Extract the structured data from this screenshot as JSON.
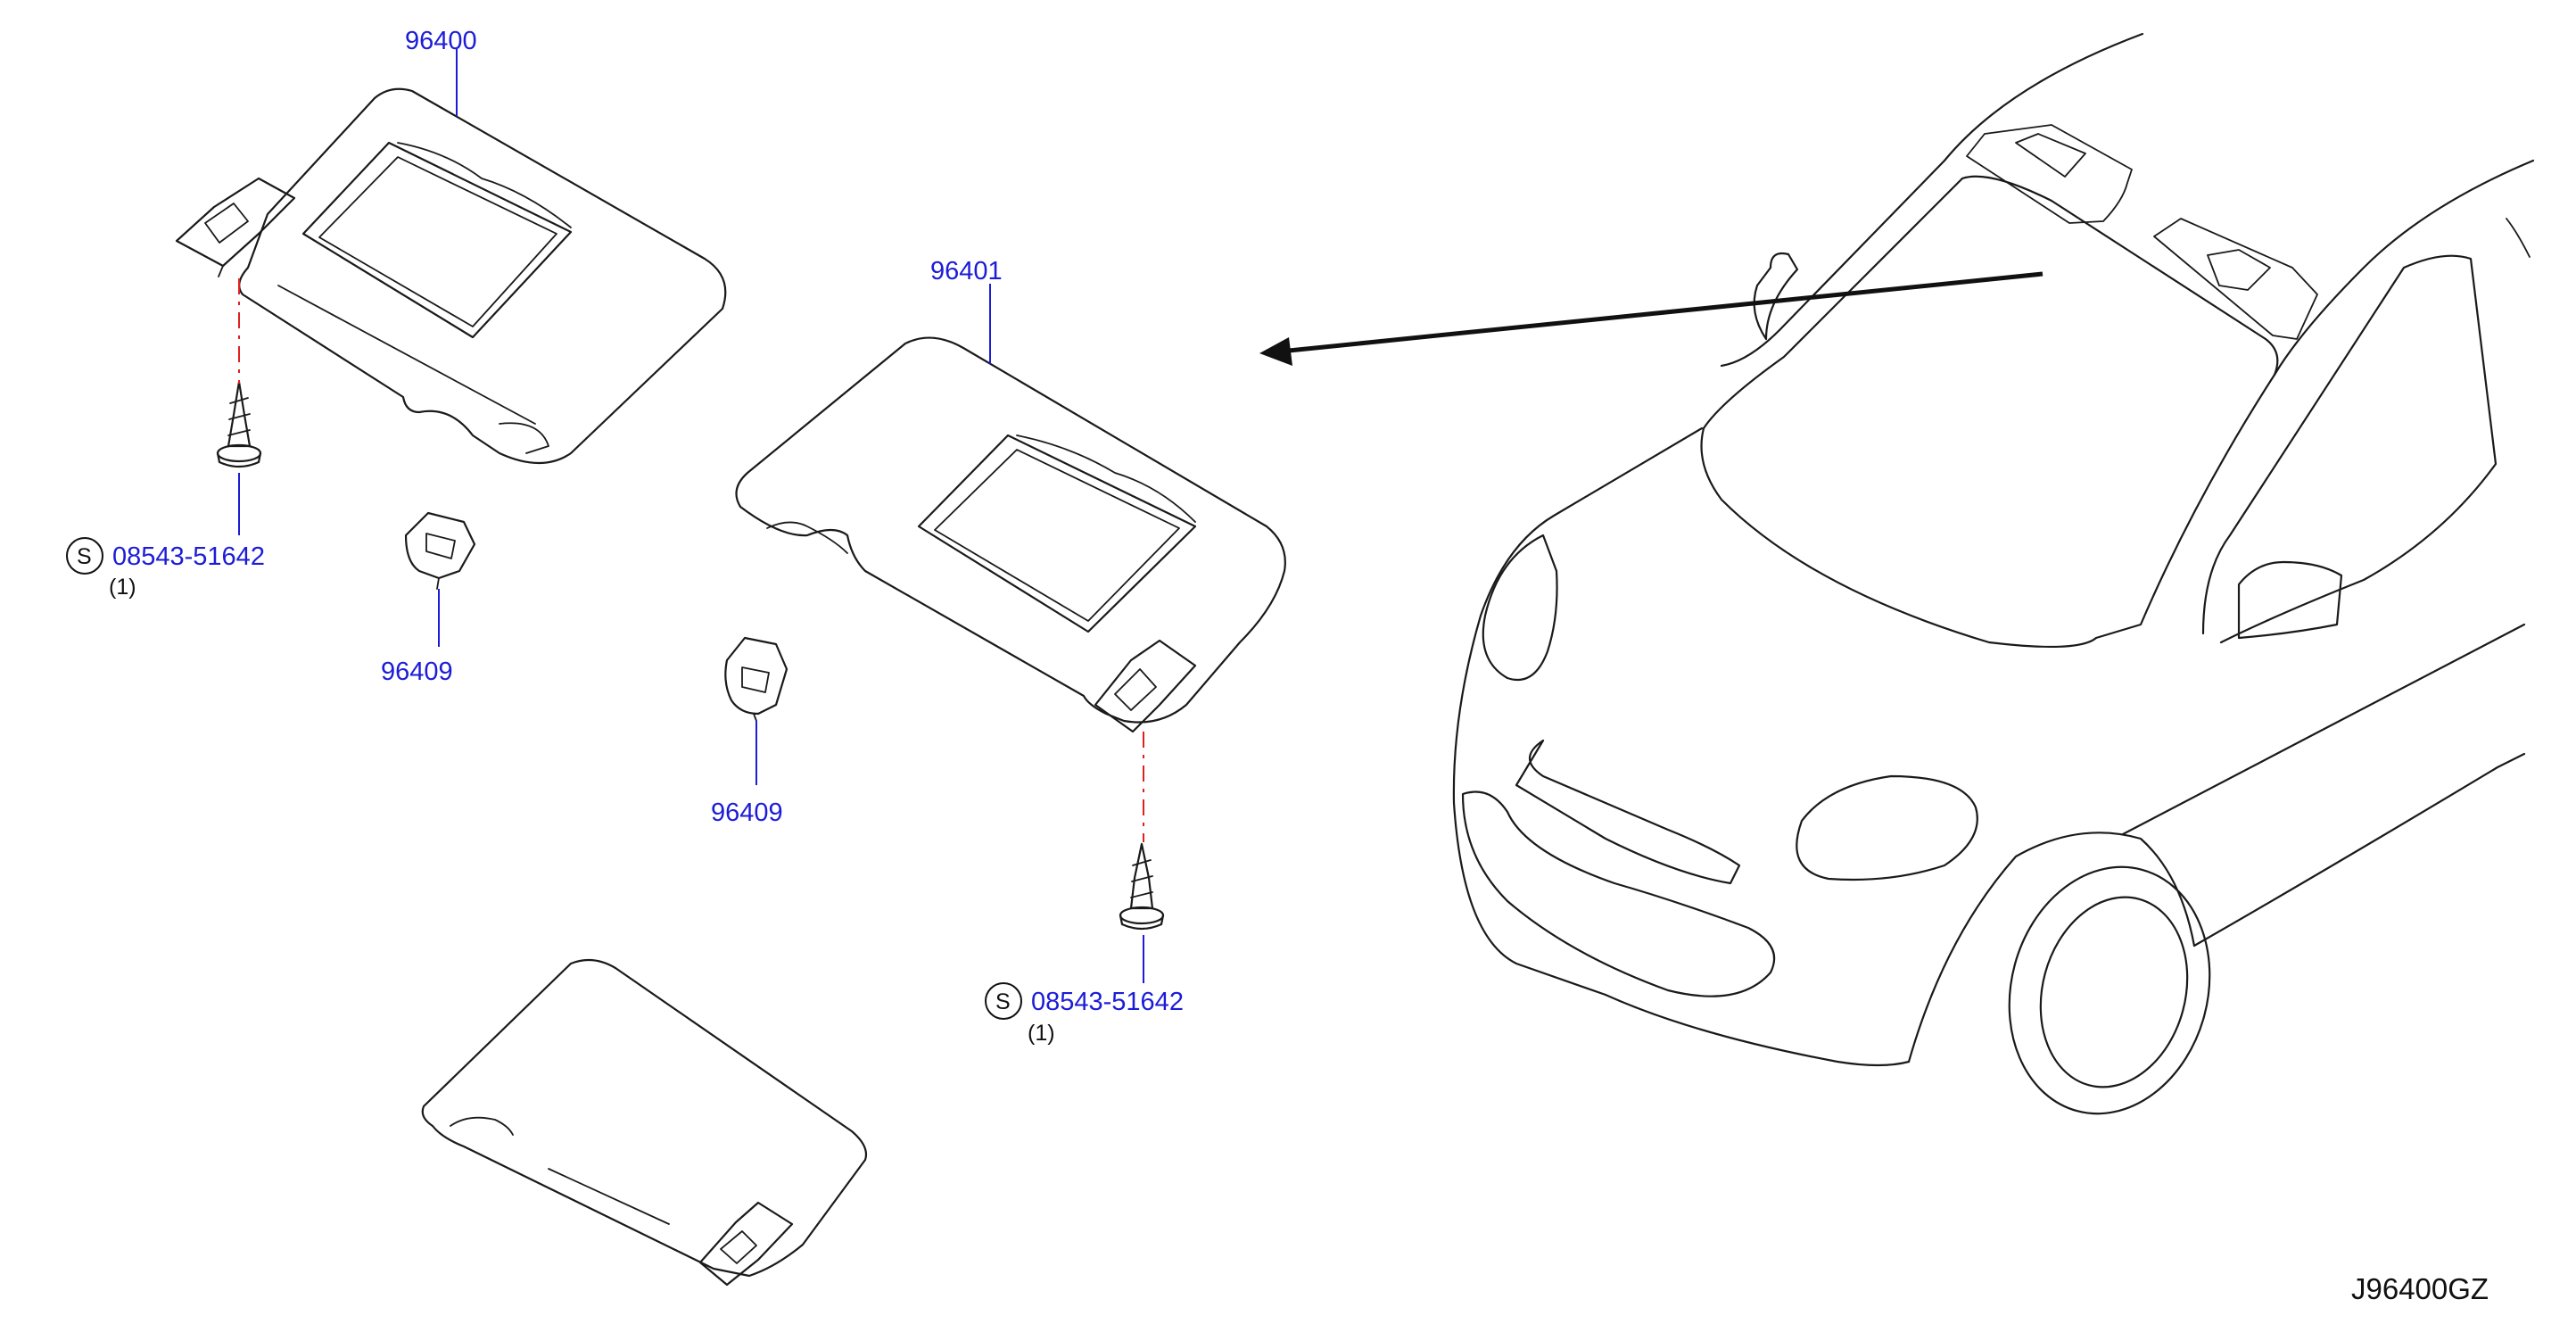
{
  "callouts": {
    "visor_left": "96400",
    "visor_right": "96401",
    "holder_left": "96409",
    "holder_right": "96409",
    "screw_left": "08543-51642",
    "screw_right": "08543-51642"
  },
  "quantities": {
    "screw_left": "(1)",
    "screw_right": "(1)"
  },
  "symbols": {
    "standard_part_left": "S",
    "standard_part_right": "S"
  },
  "diagram_code": "J96400GZ",
  "colors": {
    "callout_text": "#1c1cd8",
    "leader_line": "#1c1cd8",
    "centerline": "#e0201e",
    "drawing": "#1a1a1a"
  }
}
